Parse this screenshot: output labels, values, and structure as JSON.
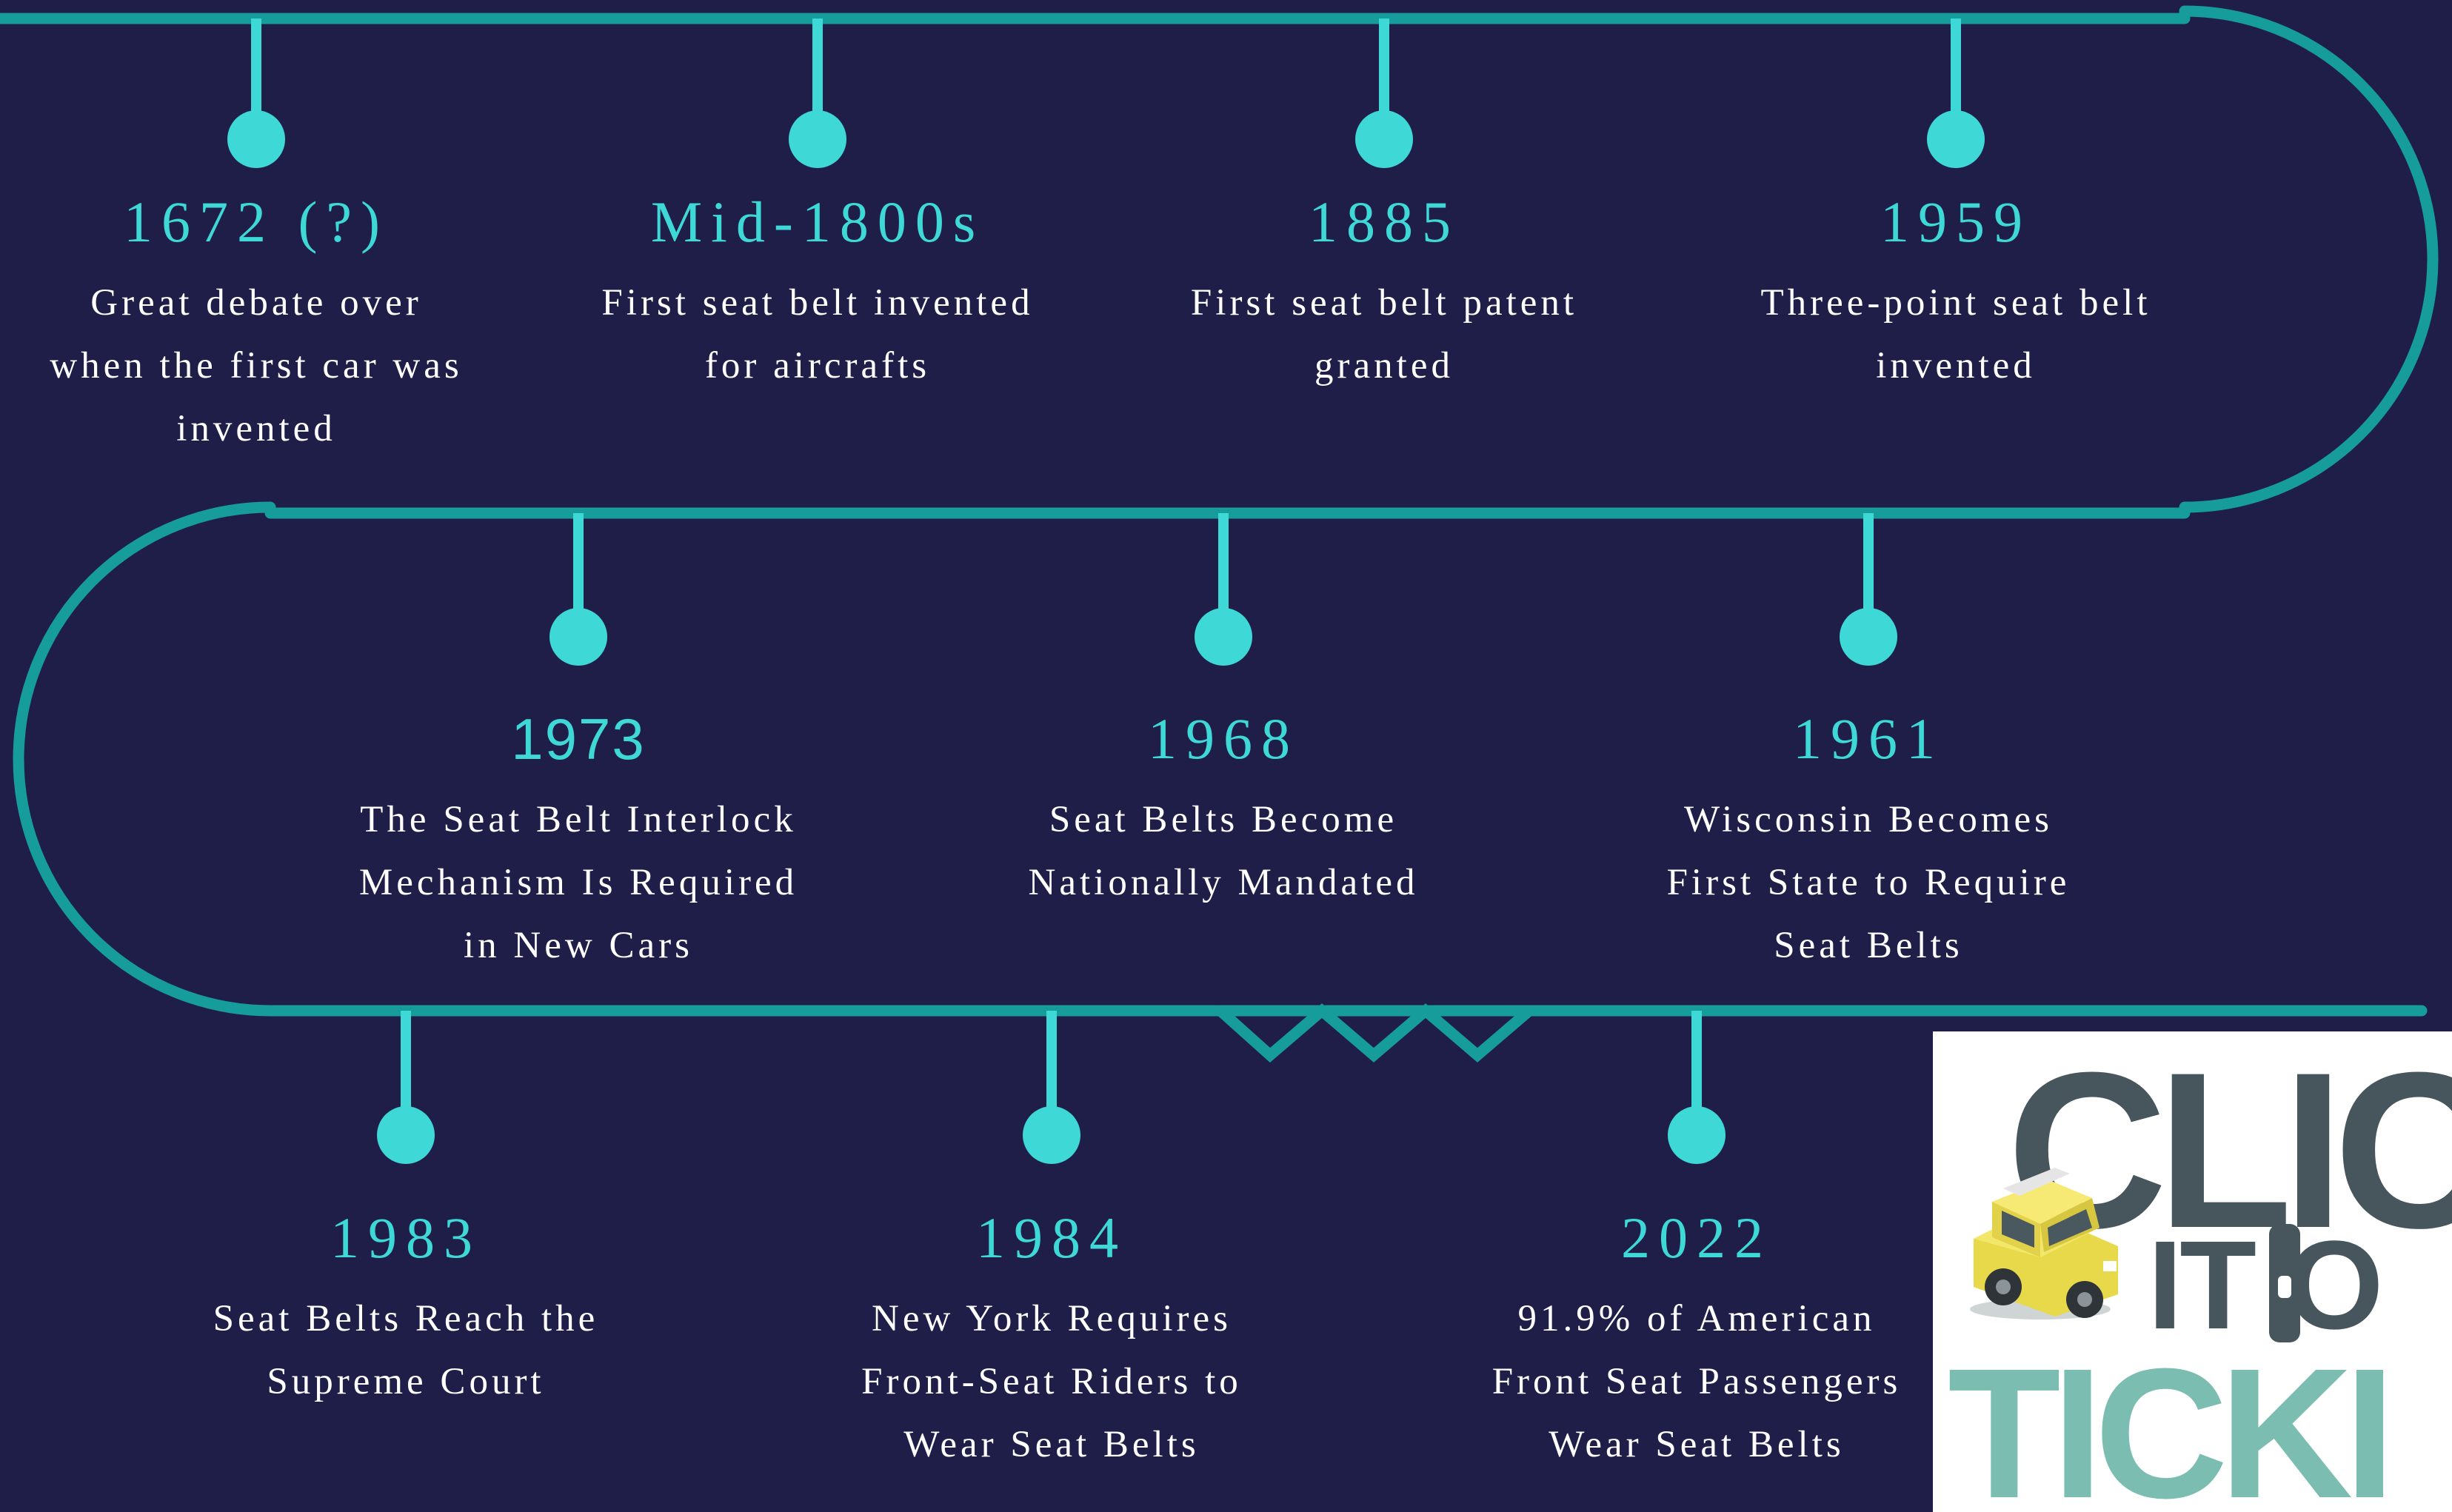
{
  "colors": {
    "background": "#1f1e49",
    "track": "#169c9a",
    "accent": "#3ed8d6",
    "text": "#ffffff"
  },
  "timeline": {
    "rows": [
      {
        "events": [
          {
            "year": "1672 (?)",
            "lines": [
              "Great debate over",
              "when the first car was",
              "invented"
            ]
          },
          {
            "year": "Mid-1800s",
            "lines": [
              "First seat belt invented",
              "for aircrafts"
            ]
          },
          {
            "year": "1885",
            "lines": [
              "First seat belt patent",
              "granted"
            ]
          },
          {
            "year": "1959",
            "lines": [
              "Three-point seat belt",
              "invented"
            ]
          }
        ]
      },
      {
        "events": [
          {
            "year": "1973",
            "lines": [
              "The Seat Belt Interlock",
              "Mechanism Is Required",
              "in New Cars"
            ]
          },
          {
            "year": "1968",
            "lines": [
              "Seat Belts Become",
              "Nationally Mandated"
            ]
          },
          {
            "year": "1961",
            "lines": [
              "Wisconsin Becomes",
              "First State to Require",
              "Seat Belts"
            ]
          }
        ]
      },
      {
        "events": [
          {
            "year": "1983",
            "lines": [
              "Seat Belts Reach the",
              "Supreme Court"
            ]
          },
          {
            "year": "1984",
            "lines": [
              "New York Requires",
              "Front-Seat Riders to",
              "Wear Seat Belts"
            ]
          },
          {
            "year": "2022",
            "lines": [
              "91.9% of American",
              "Front Seat Passengers",
              "Wear Seat Belts"
            ]
          }
        ]
      }
    ]
  },
  "logo": {
    "line1": "CLIC",
    "line2": "IT O",
    "line3": "TICKI",
    "buckle_icon": "seatbelt-buckle-icon",
    "car_icon": "car-icon"
  }
}
